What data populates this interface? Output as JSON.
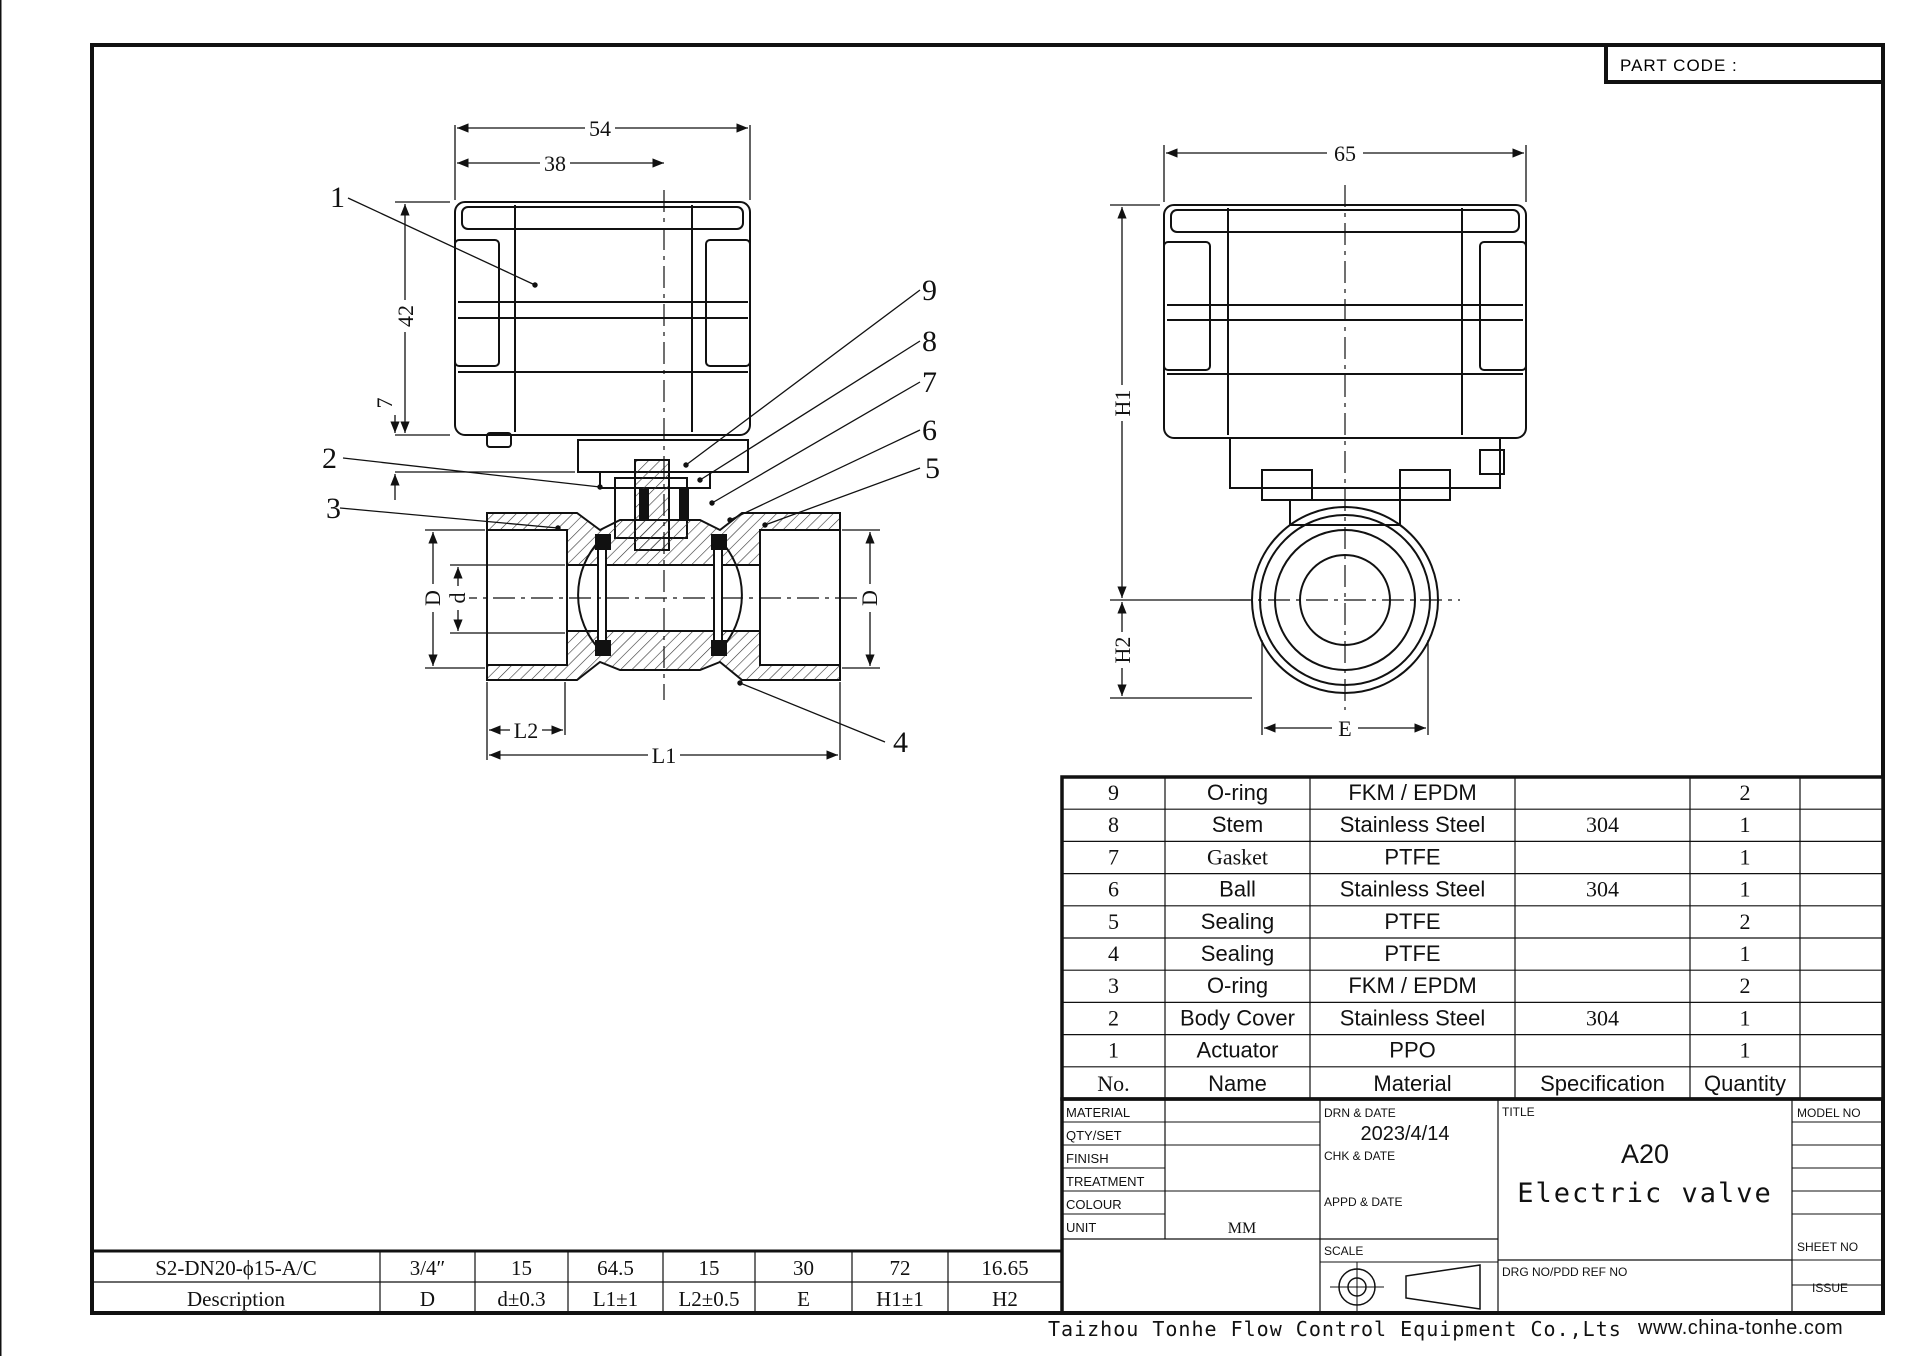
{
  "part_code_label": "PART CODE :",
  "callouts": [
    "1",
    "2",
    "3",
    "4",
    "5",
    "6",
    "7",
    "8",
    "9"
  ],
  "dims": {
    "w54": "54",
    "w38": "38",
    "h42": "42",
    "h7": "7",
    "D_left": "D",
    "d_left": "d",
    "D_right": "D",
    "L2": "L2",
    "L1": "L1",
    "w65": "65",
    "H1": "H1",
    "H2": "H2",
    "E": "E"
  },
  "bom": {
    "rows": [
      {
        "no": "9",
        "name": "O-ring",
        "material": "FKM / EPDM",
        "spec": "",
        "qty": "2"
      },
      {
        "no": "8",
        "name": "Stem",
        "material": "Stainless Steel",
        "spec": "304",
        "qty": "1"
      },
      {
        "no": "7",
        "name": "Gasket",
        "material": "PTFE",
        "spec": "",
        "qty": "1"
      },
      {
        "no": "6",
        "name": "Ball",
        "material": "Stainless Steel",
        "spec": "304",
        "qty": "1"
      },
      {
        "no": "5",
        "name": "Sealing",
        "material": "PTFE",
        "spec": "",
        "qty": "2"
      },
      {
        "no": "4",
        "name": "Sealing",
        "material": "PTFE",
        "spec": "",
        "qty": "1"
      },
      {
        "no": "3",
        "name": "O-ring",
        "material": "FKM / EPDM",
        "spec": "",
        "qty": "2"
      },
      {
        "no": "2",
        "name": "Body Cover",
        "material": "Stainless Steel",
        "spec": "304",
        "qty": "1"
      },
      {
        "no": "1",
        "name": "Actuator",
        "material": "PPO",
        "spec": "",
        "qty": "1"
      }
    ],
    "header": {
      "no": "No.",
      "name": "Name",
      "material": "Material",
      "spec": "Specification",
      "qty": "Quantity"
    }
  },
  "title_block": {
    "left_labels": [
      "MATERIAL",
      "QTY/SET",
      "FINISH",
      "TREATMENT",
      "COLOUR",
      "UNIT"
    ],
    "unit_value": "MM",
    "drn_label": "DRN & DATE",
    "drn_value": "2023/4/14",
    "chk_label": "CHK & DATE",
    "appd_label": "APPD & DATE",
    "scale_label": "SCALE",
    "title_label": "TITLE",
    "title_line1": "A20",
    "title_line2": "Electric valve",
    "drg_label": "DRG NO/PDD REF NO",
    "model_label": "MODEL NO",
    "sheet_label": "SHEET NO",
    "issue_label": "ISSUE"
  },
  "spec_table": {
    "values": [
      "S2-DN20-ϕ15-A/C",
      "3/4″",
      "15",
      "64.5",
      "15",
      "30",
      "72",
      "16.65"
    ],
    "labels": [
      "Description",
      "D",
      "d±0.3",
      "L1±1",
      "L2±0.5",
      "E",
      "H1±1",
      "H2"
    ]
  },
  "footer": {
    "company": "Taizhou Tonhe Flow Control Equipment Co.,Lts",
    "website": "www.china-tonhe.com"
  }
}
